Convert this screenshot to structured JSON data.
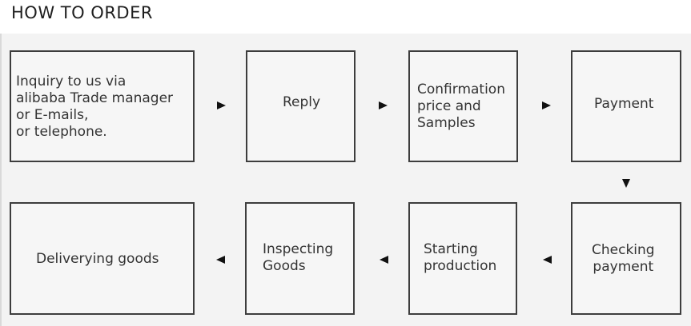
{
  "header": {
    "title": "HOW TO ORDER"
  },
  "steps": [
    {
      "label": "Inquiry to us via\nalibaba Trade manager\nor E-mails,\nor telephone."
    },
    {
      "label": "Reply"
    },
    {
      "label": "Confirmation\nprice and\nSamples"
    },
    {
      "label": "Payment"
    },
    {
      "label": "Checking\npayment"
    },
    {
      "label": "Starting\nproduction"
    },
    {
      "label": "Inspecting\nGoods"
    },
    {
      "label": "Deliverying goods"
    }
  ],
  "arrows": [
    {
      "direction": "right",
      "icon": "arrow-right-icon"
    },
    {
      "direction": "right",
      "icon": "arrow-right-icon"
    },
    {
      "direction": "right",
      "icon": "arrow-right-icon"
    },
    {
      "direction": "down",
      "icon": "arrow-down-icon"
    },
    {
      "direction": "left",
      "icon": "arrow-left-icon"
    },
    {
      "direction": "left",
      "icon": "arrow-left-icon"
    },
    {
      "direction": "left",
      "icon": "arrow-left-icon"
    }
  ]
}
